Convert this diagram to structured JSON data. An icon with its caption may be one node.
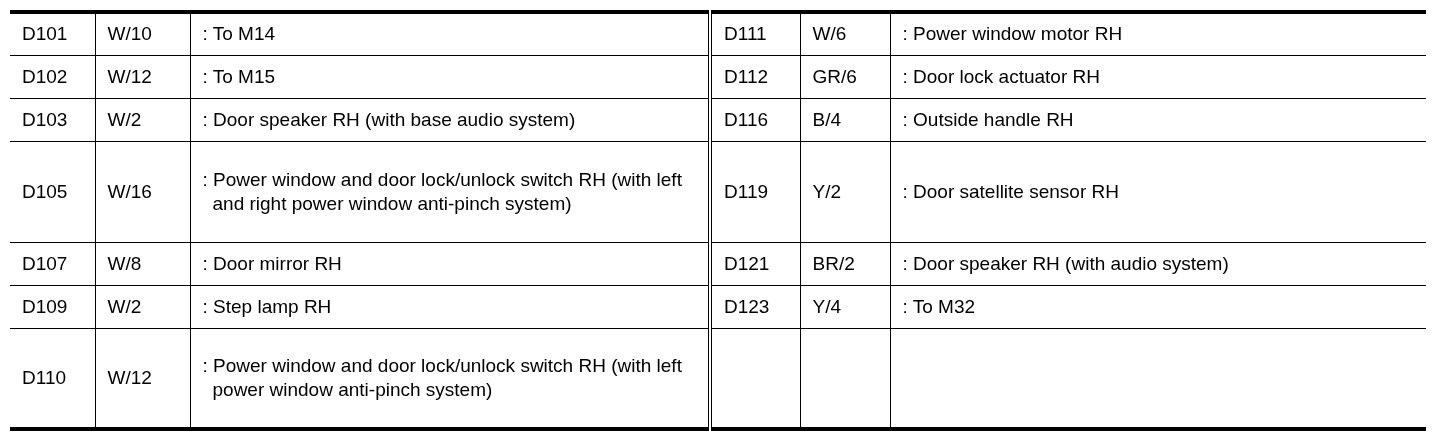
{
  "diagram": {
    "labels": [
      "D101",
      "W/10",
      ": To M14",
      "D111",
      "W/6",
      ": Power window motor RH",
      "D102",
      "W/12",
      ": To M15",
      "D112",
      "GR/6",
      ": Door lock actuator RH",
      "D103",
      "W/2",
      ": Door speaker RH (with base audio system)",
      "D116",
      "B/4",
      ": Outside handle RH",
      "D105",
      "W/16",
      ": Power window and door lock/unlock switch RH (with left and right power window anti-pinch system)",
      "D119",
      "Y/2",
      ": Door satellite sensor RH",
      "D107",
      "W/8",
      ": Door mirror RH",
      "D121",
      "BR/2",
      ": Door speaker RH (with audio system)",
      "D109",
      "W/2",
      ": Step lamp RH",
      "D123",
      "Y/4",
      ": To M32",
      "D110",
      "W/12",
      ": Power window and door lock/unlock switch RH (with left power window anti-pinch system)"
    ]
  }
}
